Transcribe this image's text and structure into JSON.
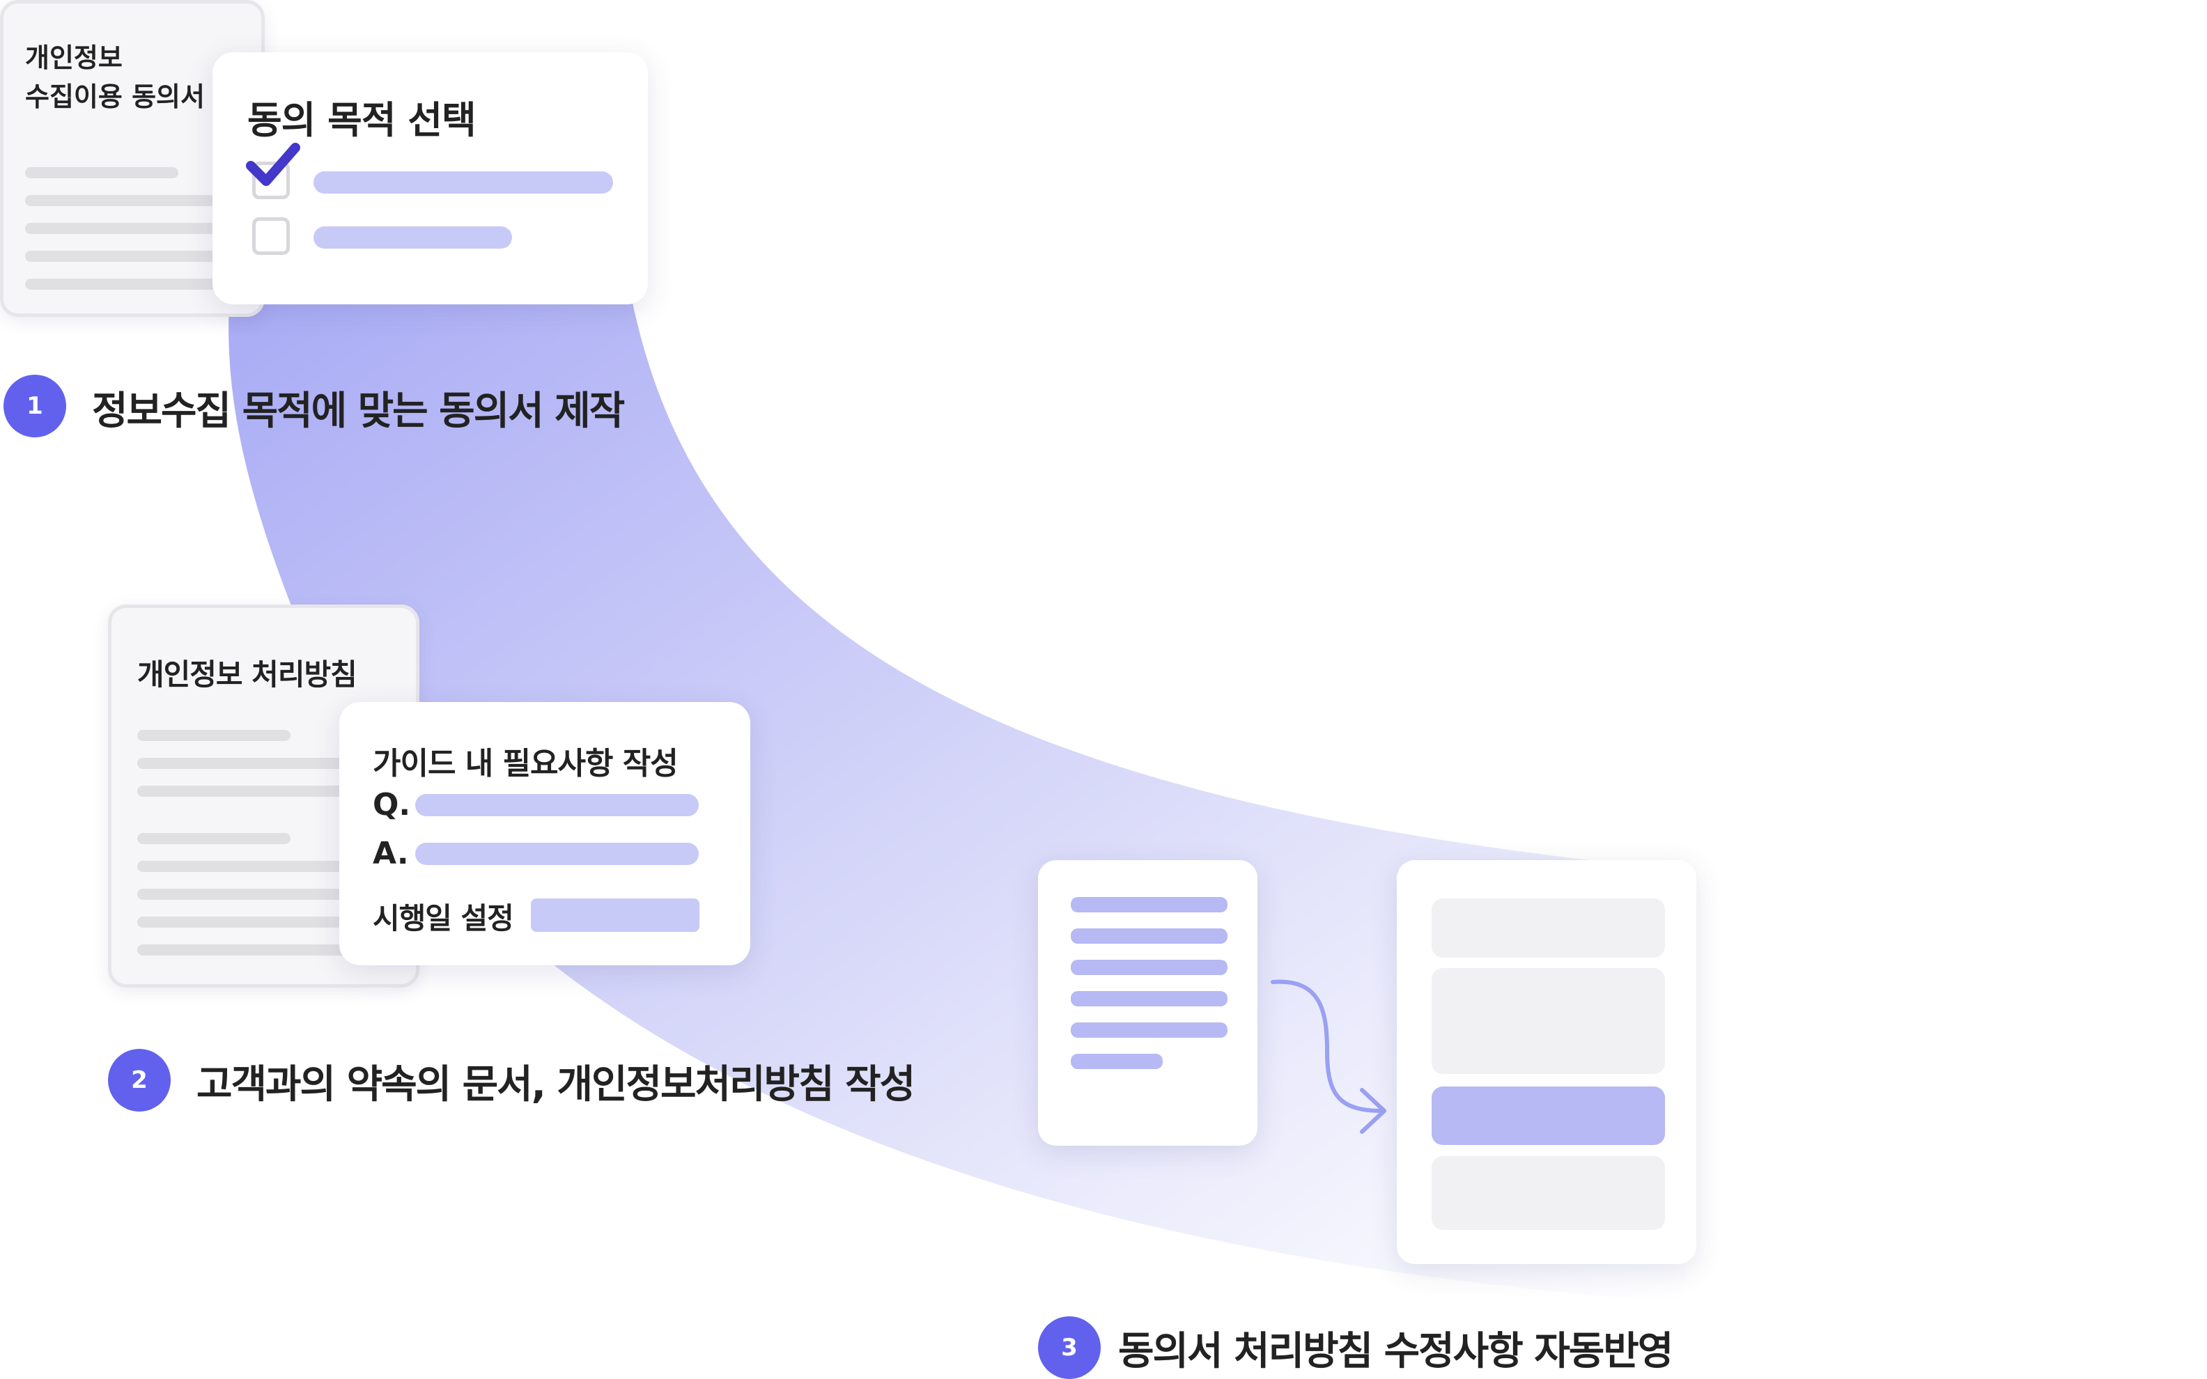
{
  "colors": {
    "accent": "#6161EE",
    "band_start": "#A9ABF5",
    "band_end": "#FFFFFF",
    "bar_purple": "#C7C9F7",
    "bar_gray": "#E0E0E3"
  },
  "step1": {
    "badge": "1",
    "label": "정보수집 목적에 맞는 동의서 제작",
    "doc_title_line1": "개인정보",
    "doc_title_line2": "수집이용 동의서",
    "card_title": "동의 목적 선택",
    "checkbox1_checked": true,
    "checkbox2_checked": false
  },
  "step2": {
    "badge": "2",
    "label": "고객과의 약속의 문서, 개인정보처리방침 작성",
    "doc_title": "개인정보 처리방침",
    "card_title": "가이드 내 필요사항 작성",
    "q_label": "Q.",
    "a_label": "A.",
    "date_label": "시행일 설정"
  },
  "step3": {
    "badge": "3",
    "label": "동의서 처리방침 수정사항 자동반영"
  }
}
